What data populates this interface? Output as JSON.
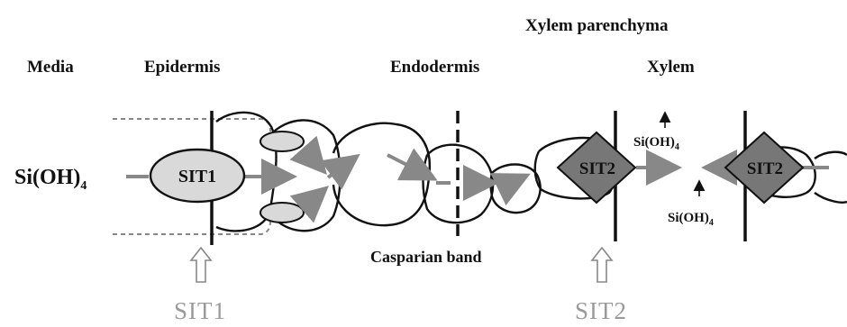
{
  "headers": {
    "media": "Media",
    "epidermis": "Epidermis",
    "endodermis": "Endodermis",
    "xylem_parenchyma": "Xylem parenchyma",
    "xylem": "Xylem"
  },
  "substrate": {
    "main": "Si(OH)",
    "main_sub": "4",
    "upper": "Si(OH)",
    "upper_sub": "4",
    "lower": "Si(OH)",
    "lower_sub": "4"
  },
  "transporters": {
    "sit1": "SIT1",
    "sit2_left": "SIT2",
    "sit2_right": "SIT2"
  },
  "casparian_band": "Casparian band",
  "bottom_labels": {
    "sit1": "SIT1",
    "sit2": "SIT2"
  },
  "colors": {
    "sit1_fill": "#d9d9d9",
    "sit2_fill": "#777777",
    "flow_arrow": "#888888",
    "bottom_label": "#9a9a9a"
  }
}
